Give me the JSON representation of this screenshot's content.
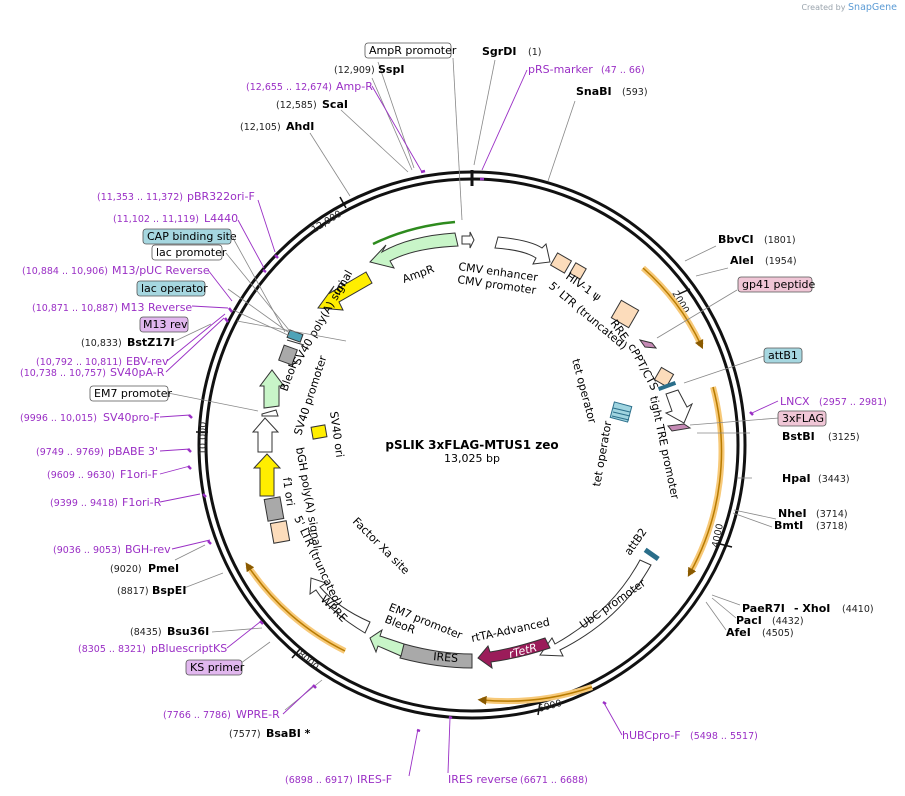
{
  "credit": {
    "prefix": "Created by",
    "brand": "SnapGene"
  },
  "plasmid": {
    "name": "pSLIK 3xFLAG-MTUS1 zeo",
    "length": "13,025 bp"
  },
  "ticks": [
    "2000",
    "4000",
    "6000",
    "8000",
    "10,000",
    "12,000"
  ],
  "sites": [
    {
      "name": "SgrDI",
      "pos": "(1)"
    },
    {
      "name": "SnaBI",
      "pos": "(593)"
    },
    {
      "name": "BbvCI",
      "pos": "(1801)"
    },
    {
      "name": "AleI",
      "pos": "(1954)"
    },
    {
      "name": "BstBI",
      "pos": "(3125)"
    },
    {
      "name": "HpaI",
      "pos": "(3443)"
    },
    {
      "name": "NheI",
      "pos": "(3714)"
    },
    {
      "name": "BmtI",
      "pos": "(3718)"
    },
    {
      "name": "PaeR7I",
      "pos": "(4410)",
      "extra": "- XhoI"
    },
    {
      "name": "PacI",
      "pos": "(4432)"
    },
    {
      "name": "AfeI",
      "pos": "(4505)"
    },
    {
      "name": "BsaBI *",
      "pos": "(7577)"
    },
    {
      "name": "Bsu36I",
      "pos": "(8435)"
    },
    {
      "name": "BspEI",
      "pos": "(8817)"
    },
    {
      "name": "PmeI",
      "pos": "(9020)"
    },
    {
      "name": "BstZ17I",
      "pos": "(10,833)"
    },
    {
      "name": "AhdI",
      "pos": "(12,105)"
    },
    {
      "name": "ScaI",
      "pos": "(12,585)"
    },
    {
      "name": "SspI",
      "pos": "(12,909)"
    }
  ],
  "primers": [
    {
      "name": "pRS-marker",
      "pos": "(47 .. 66)"
    },
    {
      "name": "Amp-R",
      "pos": "(12,655 .. 12,674)"
    },
    {
      "name": "pBR322ori-F",
      "pos": "(11,353 .. 11,372)"
    },
    {
      "name": "L4440",
      "pos": "(11,102 .. 11,119)"
    },
    {
      "name": "M13/pUC Reverse",
      "pos": "(10,884 .. 10,906)"
    },
    {
      "name": "M13 Reverse",
      "pos": "(10,871 .. 10,887)"
    },
    {
      "name": "EBV-rev",
      "pos": "(10,792 .. 10,811)"
    },
    {
      "name": "SV40pA-R",
      "pos": "(10,738 .. 10,757)"
    },
    {
      "name": "SV40pro-F",
      "pos": "(9996 .. 10,015)"
    },
    {
      "name": "pBABE 3'",
      "pos": "(9749 .. 9769)"
    },
    {
      "name": "F1ori-F",
      "pos": "(9609 .. 9630)"
    },
    {
      "name": "F1ori-R",
      "pos": "(9399 .. 9418)"
    },
    {
      "name": "BGH-rev",
      "pos": "(9036 .. 9053)"
    },
    {
      "name": "pBluescriptKS",
      "pos": "(8305 .. 8321)"
    },
    {
      "name": "WPRE-R",
      "pos": "(7766 .. 7786)"
    },
    {
      "name": "IRES-F",
      "pos": "(6898 .. 6917)"
    },
    {
      "name": "IRES reverse",
      "pos": "(6671 .. 6688)"
    },
    {
      "name": "hUBCpro-F",
      "pos": "(5498 .. 5517)"
    },
    {
      "name": "LNCX",
      "pos": "(2957 .. 2981)"
    }
  ],
  "boxed": {
    "ampr_promoter": "AmpR promoter",
    "cap": "CAP binding site",
    "lac_promoter": "lac promoter",
    "lac_operator": "lac operator",
    "m13rev": "M13 rev",
    "em7": "EM7 promoter",
    "ks_primer": "KS primer",
    "gp41": "gp41 peptide",
    "attb1": "attB1",
    "flag": "3xFLAG"
  },
  "features": {
    "ampr": "AmpR",
    "ori": "ori",
    "cmv_enh": "CMV enhancer",
    "cmv_pro": "CMV promoter",
    "hiv_psi": "HIV-1 ψ",
    "ltr5_top": "5' LTR (truncated)",
    "rre": "RRE",
    "cppt": "cPPT/CTS",
    "tet_op1": "tet operator",
    "tet_op2": "tet operator",
    "tight_tre": "tight TRE promoter",
    "sv40_polya": "SV40 poly(A) signal",
    "bleor_left": "BleoR",
    "sv40_pro": "SV40 promoter",
    "sv40_ori": "SV40 ori",
    "bgh_polya": "bGH poly(A) signal",
    "f1_ori": "f1 ori",
    "ltr5_bottom": "5' LTR (truncated)",
    "factor_xa": "Factor Xa site",
    "wpre": "WPRE",
    "em7_inner": "EM7 promoter",
    "bleor_bottom": "BleoR",
    "ires": "IRES",
    "rtta_adv": "rtTA-Advanced",
    "rtetr": "rTetR",
    "ubc": "UbC promoter",
    "attb2": "attB2"
  }
}
